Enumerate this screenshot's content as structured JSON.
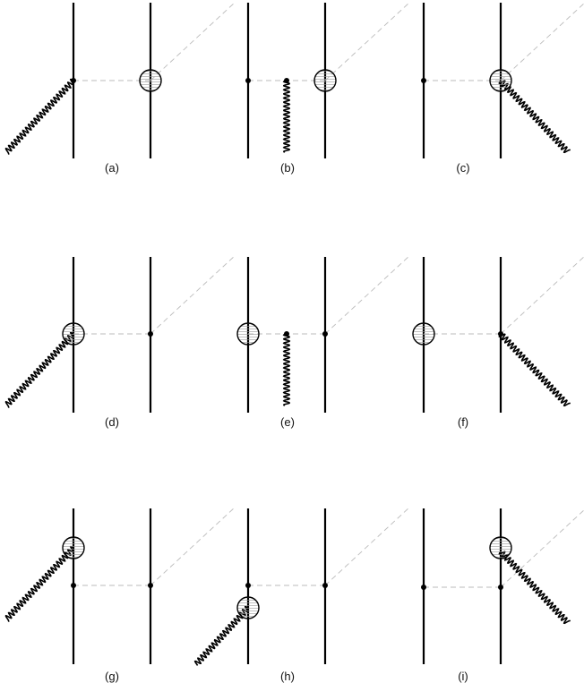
{
  "panels": [
    {
      "label": "(a)"
    },
    {
      "label": "(b)"
    },
    {
      "label": "(c)"
    },
    {
      "label": "(d)"
    },
    {
      "label": "(e)"
    },
    {
      "label": "(f)"
    },
    {
      "label": "(g)"
    },
    {
      "label": "(h)"
    },
    {
      "label": "(i)"
    }
  ],
  "colors": {
    "line": "#000000",
    "dashed": "#bbbbbb",
    "blob_hatch": "#999999"
  }
}
